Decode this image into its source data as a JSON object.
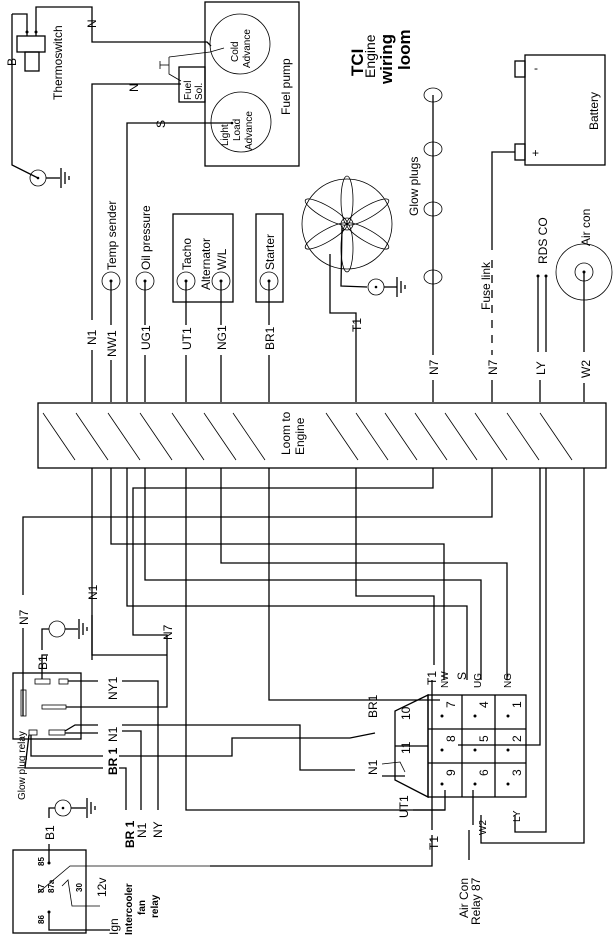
{
  "title": {
    "line1": "TCI",
    "line2": "Engine",
    "line3": "wiring",
    "line4": "loom"
  },
  "components": {
    "thermoswitch": "Thermoswitch",
    "fuel_pump": "Fuel pump",
    "cold_advance": [
      "Cold",
      "Advance"
    ],
    "light_load_advance": [
      "Light",
      "Load",
      "Advance"
    ],
    "fuel_sol": [
      "Fuel",
      "Sol."
    ],
    "battery": "Battery",
    "battery_minus": "-",
    "battery_plus": "+",
    "glow_plugs": "Glow plugs",
    "fuse_link": "Fuse link",
    "rds_co": "RDS CO",
    "air_con": "Air con",
    "temp_sender": "Temp sender",
    "oil_pressure": "Oil pressure",
    "tacho": "Tacho",
    "alternator": "Alternator",
    "wl": "W/L",
    "starter": "Starter",
    "loom_to_engine": [
      "Loom to",
      "Engine"
    ],
    "glow_plug_relay": "Glow plug relay",
    "intercooler_relay": [
      "Intercooler",
      "fan",
      "relay"
    ],
    "air_con_relay": [
      "Air Con",
      "Relay 87"
    ],
    "ign": "Ign",
    "v12": "12v"
  },
  "wire_labels": {
    "B": "B",
    "N_top": "N",
    "N_fuel": "N",
    "S_top": "S",
    "N1": "N1",
    "NW1": "NW1",
    "UG1": "UG1",
    "UT1": "UT1",
    "NG1": "NG1",
    "BR1": "BR1",
    "T1": "T1",
    "N7_glow": "N7",
    "N7_fuse": "N7",
    "LY": "LY",
    "W2": "W2",
    "N7_left": "N7",
    "N1_left": "N1",
    "N7_mid": "N7",
    "B1_top": "B1",
    "NY1": "NY1",
    "N1_relay": "N1",
    "BR1_bold": "BR 1",
    "BR1_bold2": "BR 1",
    "N1_bot": "N1",
    "NY_bot": "NY",
    "B1_bot": "B1",
    "UT1_conn": "UT1",
    "T1_conn": "T1",
    "W2_conn": "W2",
    "LY_conn": "LY",
    "BR1_conn": "BR1",
    "N1_conn": "N1",
    "T1_top": "T1",
    "NW_top": "NW",
    "S_conn": "S",
    "UG_top": "UG",
    "NG_top": "NG"
  },
  "connector_pins": [
    "1",
    "2",
    "3",
    "4",
    "5",
    "6",
    "7",
    "8",
    "9",
    "10",
    "11"
  ],
  "relay_pins": {
    "p85": "85",
    "p87": "87",
    "p87a": "87a",
    "p30": "30",
    "p86": "86"
  }
}
